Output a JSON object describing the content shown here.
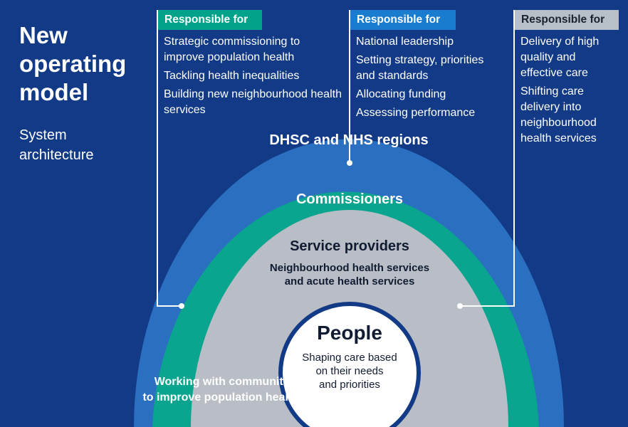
{
  "title": "New\noperating\nmodel",
  "subtitle": "System\narchitecture",
  "columns": [
    {
      "label": "Responsible for",
      "label_bg": "#00a28a",
      "items": [
        "Strategic commissioning to improve population health",
        "Tackling health inequalities",
        "Building new neighbourhood health services"
      ]
    },
    {
      "label": "Responsible for",
      "label_bg": "#1a7ccf",
      "items": [
        "National leadership",
        "Setting strategy, priorities and standards",
        "Allocating funding",
        "Assessing performance"
      ]
    },
    {
      "label": "Responsible for",
      "label_bg": "#b7bfc8",
      "items": [
        "Delivery of high quality and effective care",
        "Shifting care delivery into neighbourhood health services"
      ]
    }
  ],
  "layers": {
    "dhsc": "DHSC and NHS regions",
    "commissioners": "Commissioners",
    "providers_title": "Service providers",
    "providers_desc": "Neighbourhood health services\nand acute health services",
    "people_title": "People",
    "people_desc": "Shaping care based\non their needs\nand priorities",
    "communities": "Working with communities\nto improve population health"
  },
  "colors": {
    "background": "#123a86",
    "dhsc_ring": "#2a6fc0",
    "commissioners_ring": "#0aa58e",
    "providers_ring": "#b9bec6",
    "people_circle": "#ffffff",
    "people_border": "#123a86"
  }
}
